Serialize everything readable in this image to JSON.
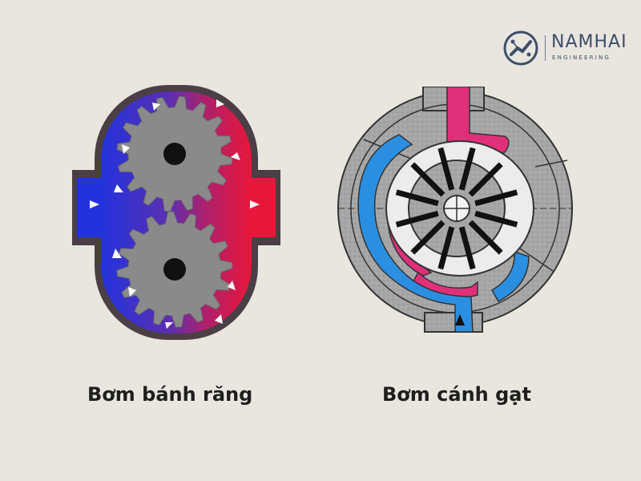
{
  "logo": {
    "brand": "NAMHAI",
    "subtitle": "ENGINEERING"
  },
  "captions": {
    "gear_pump": "Bơm bánh răng",
    "vane_pump": "Bơm cánh gạt"
  },
  "colors": {
    "background": "#e9e5df",
    "inlet_blue": "#2233dd",
    "outlet_red": "#e8163a",
    "gear_gray": "#8a8a8a",
    "vane_body_gray": "#a6a6a6",
    "vane_pink": "#e0307a",
    "vane_blue": "#2a8fe0",
    "logo_navy": "#3d4f66"
  }
}
